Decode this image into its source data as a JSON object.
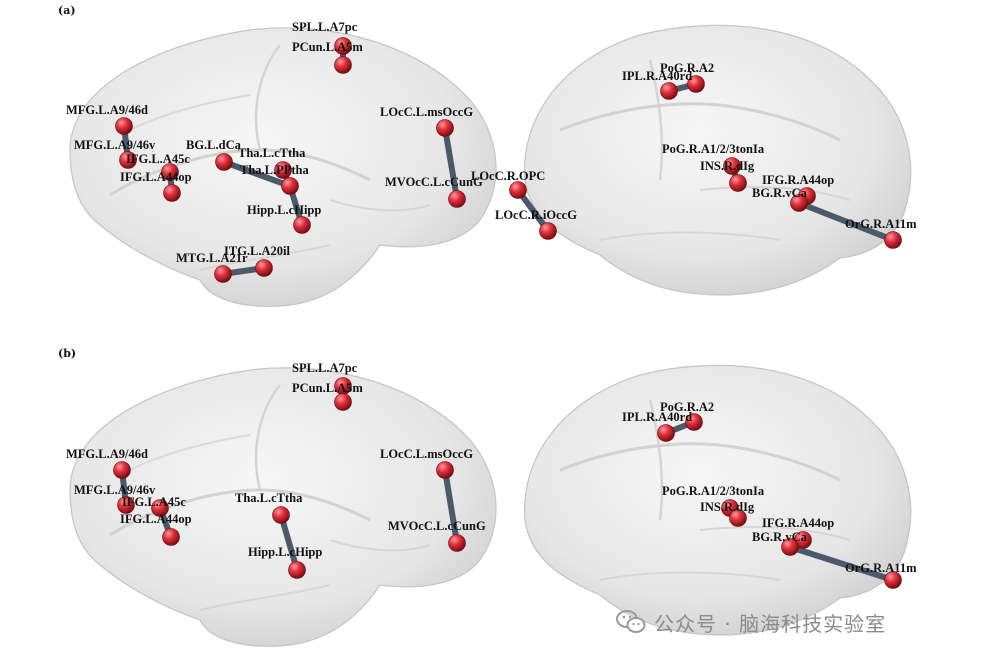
{
  "colors": {
    "node": "#e0303a",
    "edge": "#4b5a6a",
    "brain": "#e8e8e8",
    "text": "#111111",
    "watermark": "#8a8a8a"
  },
  "panels": [
    {
      "label": "(a)",
      "nodes": [
        {
          "id": "SPL.L.A7pc",
          "label": "SPL.L.A7pc"
        },
        {
          "id": "PCun.L.A5m",
          "label": "PCun.L.A5m"
        },
        {
          "id": "MFG.L.A9/46d",
          "label": "MFG.L.A9/46d"
        },
        {
          "id": "MFG.L.A9/46v",
          "label": "MFG.L.A9/46v"
        },
        {
          "id": "BG.L.dCa",
          "label": "BG.L.dCa"
        },
        {
          "id": "IFG.L.A45c",
          "label": "IFG.L.A45c"
        },
        {
          "id": "IFG.L.A44op",
          "label": "IFG.L.A44op"
        },
        {
          "id": "Tha.L.cTtha",
          "label": "Tha.L.cTtha"
        },
        {
          "id": "Tha.L.PPtha",
          "label": "Tha.L.PPtha"
        },
        {
          "id": "Hipp.L.cHipp",
          "label": "Hipp.L.cHipp"
        },
        {
          "id": "ITG.L.A20il",
          "label": "ITG.L.A20il"
        },
        {
          "id": "MTG.L.A21r",
          "label": "MTG.L.A21r"
        },
        {
          "id": "LOcC.L.msOccG",
          "label": "LOcC.L.msOccG"
        },
        {
          "id": "MVOcC.L.cCunG",
          "label": "MVOcC.L.cCunG"
        },
        {
          "id": "PoG.R.A2",
          "label": "PoG.R.A2"
        },
        {
          "id": "IPL.R.A40rd",
          "label": "IPL.R.A40rd"
        },
        {
          "id": "LOcC.R.OPC",
          "label": "LOcC.R.OPC"
        },
        {
          "id": "LOcC.R.iOccG",
          "label": "LOcC.R.iOccG"
        },
        {
          "id": "PoG.R.A1/2/3tonIa",
          "label": "PoG.R.A1/2/3tonIa"
        },
        {
          "id": "INS.R.dIg",
          "label": "INS.R.dIg"
        },
        {
          "id": "IFG.R.A44op",
          "label": "IFG.R.A44op"
        },
        {
          "id": "BG.R.vCa",
          "label": "BG.R.vCa"
        },
        {
          "id": "OrG.R.A11m",
          "label": "OrG.R.A11m"
        }
      ],
      "edges": [
        [
          "SPL.L.A7pc",
          "PCun.L.A5m"
        ],
        [
          "MFG.L.A9/46d",
          "MFG.L.A9/46v"
        ],
        [
          "IFG.L.A45c",
          "IFG.L.A44op"
        ],
        [
          "BG.L.dCa",
          "Tha.L.PPtha"
        ],
        [
          "Tha.L.cTtha",
          "Tha.L.PPtha"
        ],
        [
          "Tha.L.PPtha",
          "Hipp.L.cHipp"
        ],
        [
          "ITG.L.A20il",
          "MTG.L.A21r"
        ],
        [
          "LOcC.L.msOccG",
          "MVOcC.L.cCunG"
        ],
        [
          "PoG.R.A2",
          "IPL.R.A40rd"
        ],
        [
          "LOcC.R.OPC",
          "LOcC.R.iOccG"
        ],
        [
          "PoG.R.A1/2/3tonIa",
          "INS.R.dIg"
        ],
        [
          "IFG.R.A44op",
          "BG.R.vCa"
        ],
        [
          "BG.R.vCa",
          "OrG.R.A11m"
        ]
      ]
    },
    {
      "label": "(b)",
      "nodes": [
        {
          "id": "SPL.L.A7pc",
          "label": "SPL.L.A7pc"
        },
        {
          "id": "PCun.L.A5m",
          "label": "PCun.L.A5m"
        },
        {
          "id": "MFG.L.A9/46d",
          "label": "MFG.L.A9/46d"
        },
        {
          "id": "MFG.L.A9/46v",
          "label": "MFG.L.A9/46v"
        },
        {
          "id": "IFG.L.A45c",
          "label": "IFG.L.A45c"
        },
        {
          "id": "IFG.L.A44op",
          "label": "IFG.L.A44op"
        },
        {
          "id": "Tha.L.cTtha",
          "label": "Tha.L.cTtha"
        },
        {
          "id": "Hipp.L.cHipp",
          "label": "Hipp.L.cHipp"
        },
        {
          "id": "LOcC.L.msOccG",
          "label": "LOcC.L.msOccG"
        },
        {
          "id": "MVOcC.L.cCunG",
          "label": "MVOcC.L.cCunG"
        },
        {
          "id": "PoG.R.A2",
          "label": "PoG.R.A2"
        },
        {
          "id": "IPL.R.A40rd",
          "label": "IPL.R.A40rd"
        },
        {
          "id": "PoG.R.A1/2/3tonIa",
          "label": "PoG.R.A1/2/3tonIa"
        },
        {
          "id": "INS.R.dIg",
          "label": "INS.R.dIg"
        },
        {
          "id": "IFG.R.A44op",
          "label": "IFG.R.A44op"
        },
        {
          "id": "BG.R.vCa",
          "label": "BG.R.vCa"
        },
        {
          "id": "OrG.R.A11m",
          "label": "OrG.R.A11m"
        }
      ],
      "edges": [
        [
          "SPL.L.A7pc",
          "PCun.L.A5m"
        ],
        [
          "MFG.L.A9/46d",
          "MFG.L.A9/46v"
        ],
        [
          "IFG.L.A45c",
          "IFG.L.A44op"
        ],
        [
          "Tha.L.cTtha",
          "Hipp.L.cHipp"
        ],
        [
          "LOcC.L.msOccG",
          "MVOcC.L.cCunG"
        ],
        [
          "PoG.R.A2",
          "IPL.R.A40rd"
        ],
        [
          "PoG.R.A1/2/3tonIa",
          "INS.R.dIg"
        ],
        [
          "IFG.R.A44op",
          "BG.R.vCa"
        ],
        [
          "BG.R.vCa",
          "OrG.R.A11m"
        ]
      ]
    }
  ],
  "watermark": {
    "icon": "wechat-icon",
    "text": "公众号 · 脑海科技实验室"
  }
}
